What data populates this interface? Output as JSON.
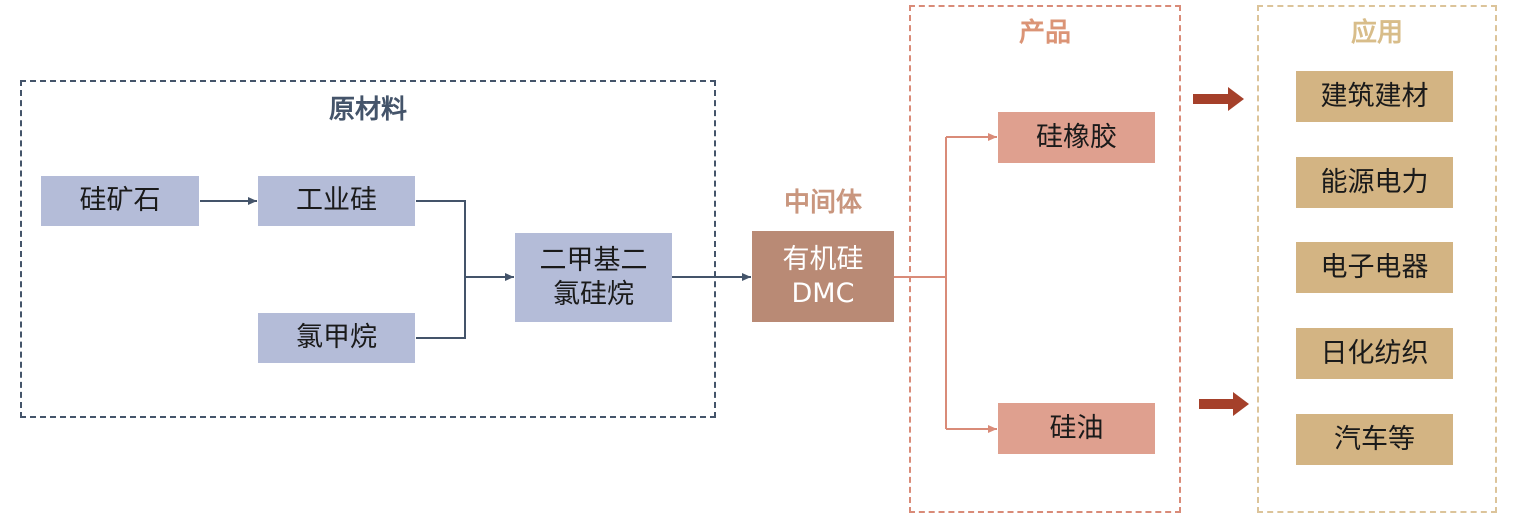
{
  "groups": {
    "raw_materials": "原材料",
    "intermediate": "中间体",
    "products": "产品",
    "applications": "应用"
  },
  "nodes": {
    "silica_ore": "硅矿石",
    "industrial_silicon": "工业硅",
    "chloromethane": "氯甲烷",
    "dmdcs": "二甲基二\n氯硅烷",
    "organosilicon_dmc": "有机硅\nDMC",
    "silicone_rubber": "硅橡胶",
    "silicone_oil": "硅油"
  },
  "applications": [
    "建筑建材",
    "能源电力",
    "电子电器",
    "日化纺织",
    "汽车等"
  ],
  "colors": {
    "raw_line": "#44546a",
    "product_line": "#d98b78",
    "big_arrow": "#a5402a"
  }
}
